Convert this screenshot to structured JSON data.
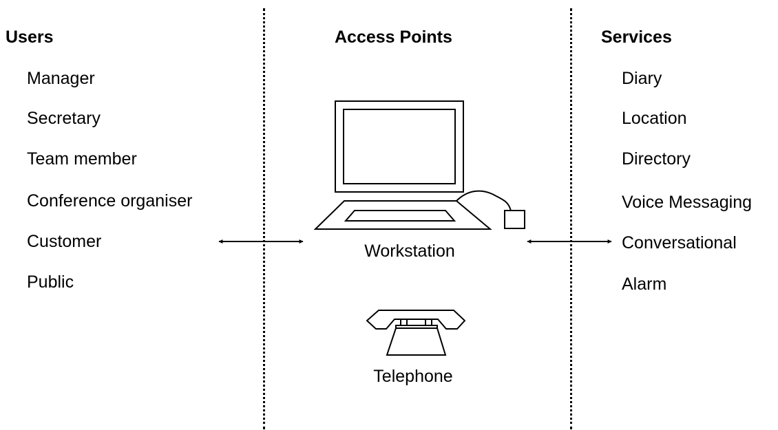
{
  "columns": {
    "users": {
      "heading": "Users",
      "items": [
        "Manager",
        "Secretary",
        "Team member",
        "Conference organiser",
        "Customer",
        "Public"
      ]
    },
    "access_points": {
      "heading": "Access Points",
      "workstation_label": "Workstation",
      "telephone_label": "Telephone"
    },
    "services": {
      "heading": "Services",
      "items": [
        "Diary",
        "Location",
        "Directory",
        "Voice Messaging",
        "Conversational",
        "Alarm"
      ]
    }
  },
  "icons": [
    "workstation-icon",
    "telephone-icon",
    "double-arrow-icon"
  ]
}
